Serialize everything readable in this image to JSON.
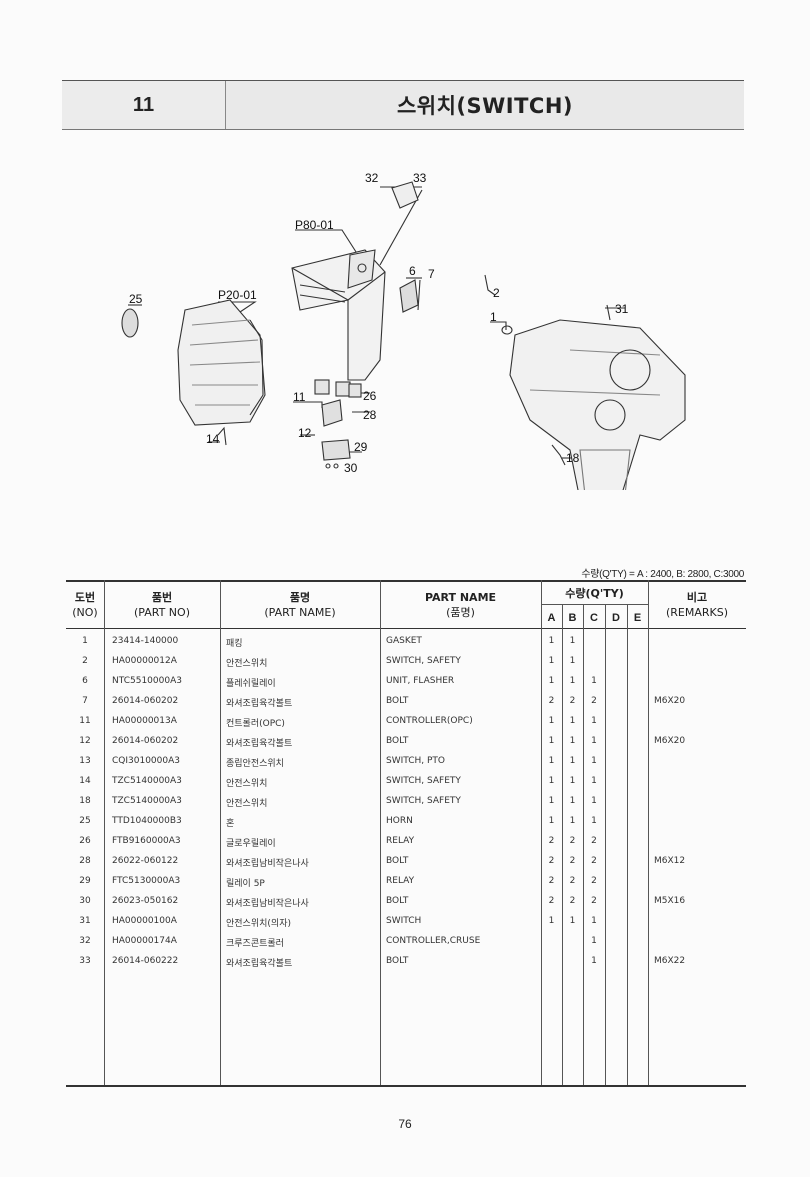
{
  "header": {
    "section_no": "11",
    "title": "스위치(SWITCH)"
  },
  "callouts": {
    "c32": "32",
    "c33": "33",
    "cP80": "P80-01",
    "c6": "6",
    "c7": "7",
    "c2": "2",
    "c25": "25",
    "cP20": "P20-01",
    "c1": "1",
    "c31": "31",
    "c26": "26",
    "c28": "28",
    "c11": "11",
    "c12": "12",
    "c29": "29",
    "c30": "30",
    "c14": "14",
    "c18": "18"
  },
  "qty_note": "수량(Q'TY) = A : 2400, B: 2800, C:3000",
  "table": {
    "headers": {
      "no_ko": "도번",
      "no_en": "(NO)",
      "pn_ko": "품번",
      "pn_en": "(PART NO)",
      "kn_ko": "품명",
      "kn_en": "(PART NAME)",
      "en_en": "PART NAME",
      "en_ko": "(품명)",
      "qty": "수량(Q'TY)",
      "qa": "A",
      "qb": "B",
      "qc": "C",
      "qd": "D",
      "qe": "E",
      "rm_ko": "비고",
      "rm_en": "(REMARKS)"
    },
    "rows": [
      {
        "no": "1",
        "part_no": "23414-140000",
        "name_ko": "패킹",
        "name_en": "GASKET",
        "a": "1",
        "b": "1",
        "c": "",
        "d": "",
        "e": "",
        "remarks": ""
      },
      {
        "no": "2",
        "part_no": "HA00000012A",
        "name_ko": "안전스위치",
        "name_en": "SWITCH, SAFETY",
        "a": "1",
        "b": "1",
        "c": "",
        "d": "",
        "e": "",
        "remarks": ""
      },
      {
        "no": "6",
        "part_no": "NTC5510000A3",
        "name_ko": "플레쉬릴레이",
        "name_en": "UNIT, FLASHER",
        "a": "1",
        "b": "1",
        "c": "1",
        "d": "",
        "e": "",
        "remarks": ""
      },
      {
        "no": "7",
        "part_no": "26014-060202",
        "name_ko": "와셔조립육각볼트",
        "name_en": "BOLT",
        "a": "2",
        "b": "2",
        "c": "2",
        "d": "",
        "e": "",
        "remarks": "M6X20"
      },
      {
        "no": "11",
        "part_no": "HA00000013A",
        "name_ko": "컨트롤러(OPC)",
        "name_en": "CONTROLLER(OPC)",
        "a": "1",
        "b": "1",
        "c": "1",
        "d": "",
        "e": "",
        "remarks": ""
      },
      {
        "no": "12",
        "part_no": "26014-060202",
        "name_ko": "와셔조립육각볼트",
        "name_en": "BOLT",
        "a": "1",
        "b": "1",
        "c": "1",
        "d": "",
        "e": "",
        "remarks": "M6X20"
      },
      {
        "no": "13",
        "part_no": "CQI3010000A3",
        "name_ko": "종립안전스위치",
        "name_en": "SWITCH, PTO",
        "a": "1",
        "b": "1",
        "c": "1",
        "d": "",
        "e": "",
        "remarks": ""
      },
      {
        "no": "14",
        "part_no": "TZC5140000A3",
        "name_ko": "안전스위치",
        "name_en": "SWITCH, SAFETY",
        "a": "1",
        "b": "1",
        "c": "1",
        "d": "",
        "e": "",
        "remarks": ""
      },
      {
        "no": "18",
        "part_no": "TZC5140000A3",
        "name_ko": "안전스위치",
        "name_en": "SWITCH, SAFETY",
        "a": "1",
        "b": "1",
        "c": "1",
        "d": "",
        "e": "",
        "remarks": ""
      },
      {
        "no": "25",
        "part_no": "TTD1040000B3",
        "name_ko": "혼",
        "name_en": "HORN",
        "a": "1",
        "b": "1",
        "c": "1",
        "d": "",
        "e": "",
        "remarks": ""
      },
      {
        "no": "26",
        "part_no": "FTB9160000A3",
        "name_ko": "글로우릴레이",
        "name_en": "RELAY",
        "a": "2",
        "b": "2",
        "c": "2",
        "d": "",
        "e": "",
        "remarks": ""
      },
      {
        "no": "28",
        "part_no": "26022-060122",
        "name_ko": "와셔조립남비작은나사",
        "name_en": "BOLT",
        "a": "2",
        "b": "2",
        "c": "2",
        "d": "",
        "e": "",
        "remarks": "M6X12"
      },
      {
        "no": "29",
        "part_no": "FTC5130000A3",
        "name_ko": "릴레이 5P",
        "name_en": "RELAY",
        "a": "2",
        "b": "2",
        "c": "2",
        "d": "",
        "e": "",
        "remarks": ""
      },
      {
        "no": "30",
        "part_no": "26023-050162",
        "name_ko": "와셔조립남비작은나사",
        "name_en": "BOLT",
        "a": "2",
        "b": "2",
        "c": "2",
        "d": "",
        "e": "",
        "remarks": "M5X16"
      },
      {
        "no": "31",
        "part_no": "HA00000100A",
        "name_ko": "안전스위치(의자)",
        "name_en": "SWITCH",
        "a": "1",
        "b": "1",
        "c": "1",
        "d": "",
        "e": "",
        "remarks": ""
      },
      {
        "no": "32",
        "part_no": "HA00000174A",
        "name_ko": "크루즈콘트롤러",
        "name_en": "CONTROLLER,CRUSE",
        "a": "",
        "b": "",
        "c": "1",
        "d": "",
        "e": "",
        "remarks": ""
      },
      {
        "no": "33",
        "part_no": "26014-060222",
        "name_ko": "와셔조립육각볼트",
        "name_en": "BOLT",
        "a": "",
        "b": "",
        "c": "1",
        "d": "",
        "e": "",
        "remarks": "M6X22"
      }
    ]
  },
  "page_number": "76"
}
